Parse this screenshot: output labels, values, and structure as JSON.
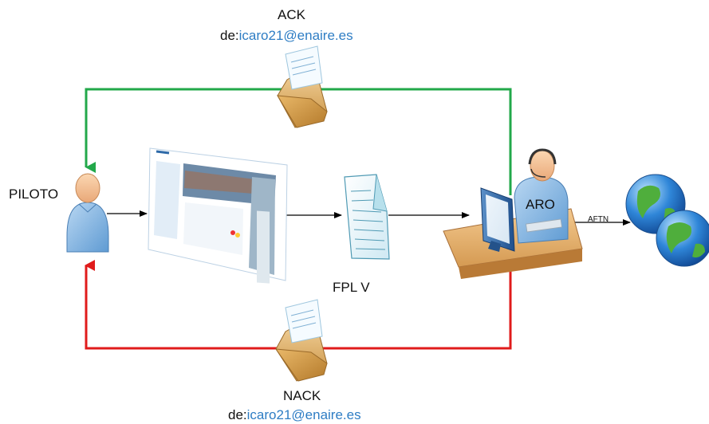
{
  "ack": {
    "title": "ACK",
    "from_prefix": "de:",
    "from_email": "icaro21@enaire.es"
  },
  "nack": {
    "title": "NACK",
    "from_prefix": "de:",
    "from_email": "icaro21@enaire.es"
  },
  "nodes": {
    "pilot": "PILOTO",
    "aro": "ARO",
    "document": "FPL V",
    "network_link": "AFTN"
  },
  "colors": {
    "ack_line": "#22a84a",
    "nack_line": "#e01b1b",
    "email_text": "#2e7dc4",
    "flow_line": "#000000"
  },
  "icons": [
    "person-icon",
    "website-screenshot",
    "document-icon",
    "operator-workstation-icon",
    "globe-icon",
    "envelope-icon"
  ]
}
